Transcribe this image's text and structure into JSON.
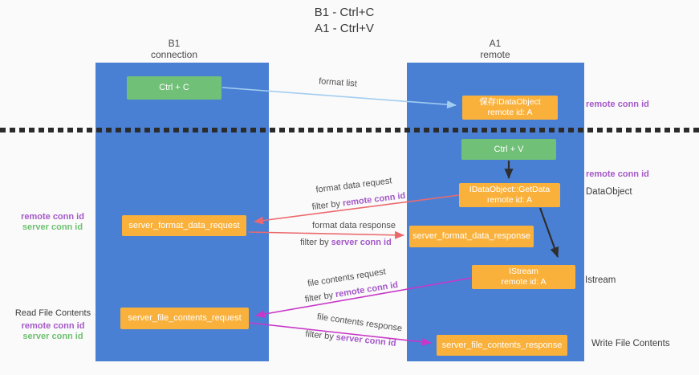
{
  "title": {
    "line1": "B1 - Ctrl+C",
    "line2": "A1 - Ctrl+V"
  },
  "lanes": {
    "left": {
      "title": "B1",
      "subtitle": "connection"
    },
    "right": {
      "title": "A1",
      "subtitle": "remote"
    }
  },
  "boxes": {
    "ctrl_c": {
      "label": "Ctrl + C"
    },
    "ctrl_v": {
      "label": "Ctrl + V"
    },
    "save_dataobject": {
      "line1": "保存IDataObject",
      "line2": "remote id: A"
    },
    "getdata": {
      "line1": "IDataObject::GetData",
      "line2": "remote id: A"
    },
    "istream": {
      "line1": "IStream",
      "line2": "remote id: A"
    },
    "server_format_data_request": {
      "label": "server_format_data_request"
    },
    "server_format_data_response": {
      "label": "server_format_data_response"
    },
    "server_file_contents_request": {
      "label": "server_file_contents_request"
    },
    "server_file_contents_response": {
      "label": "server_file_contents_response"
    }
  },
  "arrow_labels": {
    "format_list": "format list",
    "format_data_request": "format data request",
    "format_data_response": "format data response",
    "file_contents_request": "file contents request",
    "file_contents_response": "file contents response",
    "filter_by": "filter by",
    "remote_conn_id": "remote conn id",
    "server_conn_id": "server conn id"
  },
  "side_labels": {
    "remote_conn_id": "remote conn id",
    "server_conn_id": "server conn id",
    "dataobject": "DataObject",
    "istream": "Istream",
    "read_file_contents": "Read File Contents",
    "write_file_contents": "Write File Contents"
  },
  "colors": {
    "background": "#fafafa",
    "lane_blue": "#4a80d4",
    "box_orange": "#f9b13c",
    "box_green": "#71c077",
    "arrow_salmon": "#eb696e",
    "arrow_magenta": "#c837c8",
    "arrow_lightblue": "#a3cdf0",
    "arrow_black": "#2e2e2e",
    "dash_black": "#2b2b2b",
    "text_purple": "#a458c8",
    "text_green": "#6ec071"
  }
}
